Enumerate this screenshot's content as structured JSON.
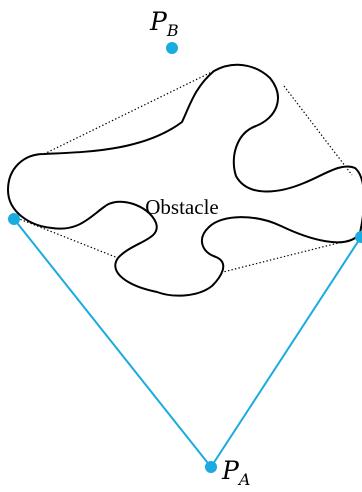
{
  "diagram": {
    "obstacle_label": "Obstacle",
    "points": {
      "a": {
        "main": "P",
        "sub": "A"
      },
      "b": {
        "main": "P",
        "sub": "B"
      }
    },
    "colors": {
      "path": "#1AABE0",
      "point": "#1AABE0",
      "outline": "#000000",
      "hull": "#000000",
      "background": "#FFFFFF"
    }
  }
}
